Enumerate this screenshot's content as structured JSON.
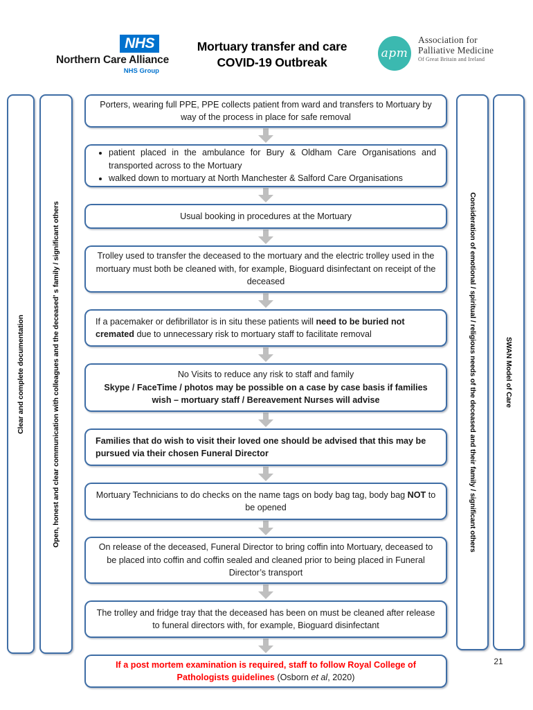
{
  "header": {
    "nhs_logo_text": "NHS",
    "nhs_alliance_name": "Northern Care Alliance",
    "nhs_group": "NHS Group",
    "title_line1": "Mortuary transfer and care",
    "title_line2": "COVID-19 Outbreak",
    "apm_mark": "apm",
    "apm_line1": "Association for",
    "apm_line2": "Palliative Medicine",
    "apm_line3": "Of Great Britain and Ireland"
  },
  "sidebars": {
    "left_outer": "Clear and complete documentation",
    "left_inner": "Open, honest and clear communication with colleagues and the deceased'  s family / significant others",
    "right_inner": "Consideration of emotional / spiritual / religious needs of the deceased and their family / significant others",
    "right_outer": "SWAN Model of Care"
  },
  "page_number": "21",
  "flow": {
    "nodes": [
      {
        "id": "porters",
        "html": "Porters, wearing full PPE, PPE collects patient from ward and transfers to Mortuary by way of the process in place for safe removal"
      },
      {
        "id": "transport-options",
        "html": "<ul><li>patient placed in the ambulance for Bury &amp; Oldham Care Organisations and transported across to the Mortuary</li><li>walked down to mortuary at North Manchester &amp; Salford Care Organisations</li></ul>"
      },
      {
        "id": "booking-in",
        "html": "Usual booking in procedures at the Mortuary"
      },
      {
        "id": "trolley-cleaning",
        "html": "Trolley used to transfer the deceased to the mortuary and the electric trolley used in the mortuary must both be cleaned with, for example, Bioguard disinfectant on receipt of the deceased"
      },
      {
        "id": "pacemaker",
        "html": "If a pacemaker or defibrillator is in situ these patients will <b>need to be buried not cremated</b> due to unnecessary risk to mortuary staff to facilitate removal"
      },
      {
        "id": "no-visits",
        "html": "No Visits to reduce any risk to staff and family<br><b>Skype / FaceTime / photos may be possible on a case by case basis if families wish &ndash; mortuary staff / Bereavement Nurses will advise</b>"
      },
      {
        "id": "funeral-director-visits",
        "html": "<b>Families that do wish to visit their loved one should be advised that this may be pursued via their chosen Funeral Director</b>"
      },
      {
        "id": "name-tag-checks",
        "html": "Mortuary Technicians to do checks on the name tags on body bag tag, body bag <b>NOT</b> to be opened"
      },
      {
        "id": "coffin-release",
        "html": "On release of the deceased, Funeral Director to bring coffin into Mortuary, deceased to be placed into coffin and coffin sealed and cleaned prior to being placed in Funeral Director&rsquo;s transport"
      },
      {
        "id": "trolley-fridge-clean",
        "html": "The trolley and fridge tray that the deceased has been on must be cleaned after release to funeral directors with, for example, Bioguard disinfectant"
      },
      {
        "id": "post-mortem",
        "html": "<span class=\"red\">If a post mortem examination is required, staff to follow Royal College of Pathologists guidelines</span> (Osborn <i>et al</i>, 2020)"
      }
    ]
  },
  "colors": {
    "box_border": "#3E6DA5",
    "nhs_blue": "#0072CE",
    "apm_teal": "#3BB9B0",
    "arrow_gray": "#BFBFBF",
    "alert_red": "#FF0000"
  }
}
